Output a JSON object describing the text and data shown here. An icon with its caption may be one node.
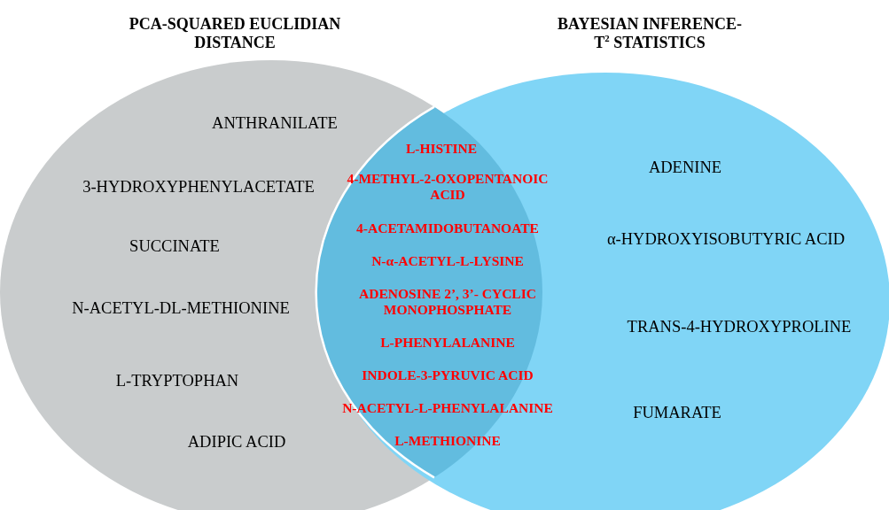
{
  "diagram": {
    "nodes": [
      {
        "text": [
          "PCA-SQUARED EUCLIDIAN DISTANCE",
          "ANTHRANILATE",
          "3-HYDROXYPHENYLACETATE",
          "SUCCINATE",
          "N-ACETYL-DL-METHIONINE",
          "L-TRYPTOPHAN",
          "ADIPIC ACID"
        ]
      },
      {
        "text": [
          "BAYESIAN INFERENCE- T$^{2}$ STATISTICS",
          "ADENINE",
          "α-HYDROXYISOBUTYRIC ACID",
          "TRANS-4-HYDROXYPROLINE",
          "FUMARATE"
        ]
      },
      {
        "text": [
          "L-HISTINE",
          "4-METHYL-2-OXOPENTANOIC ACID",
          "4-ACETAMIDOBUTANOATE",
          "N-α-ACETYL-L-LYSINE",
          "ADENOSINE 2’, 3’- CYCLIC MONOPHOSPHATE",
          "L-PHENYLALANINE",
          "INDOLE-3-PYRUVIC ACID",
          "N-ACETYL-L-PHENYLALANINE",
          "L-METHIONINE"
        ]
      }
    ]
  }
}
